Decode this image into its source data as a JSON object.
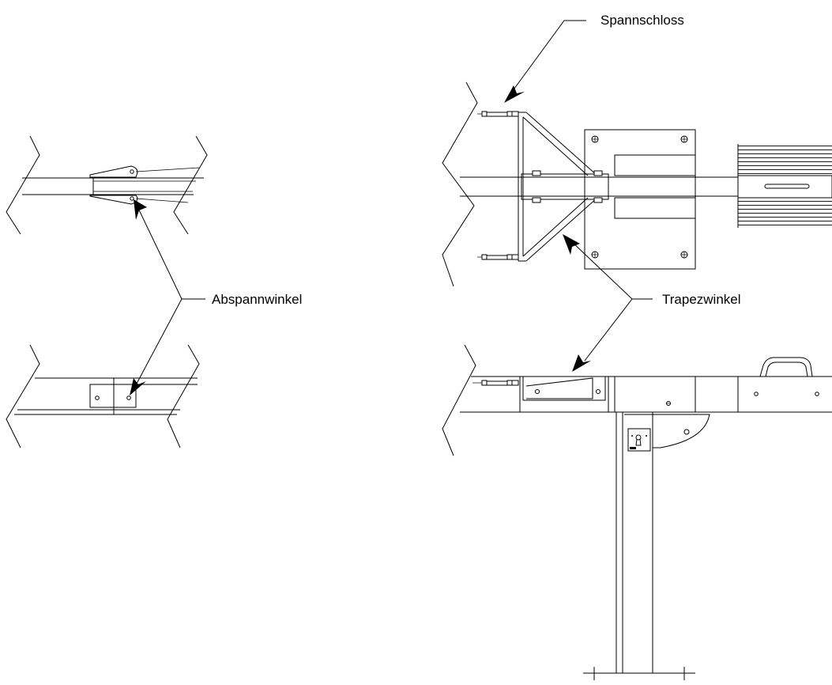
{
  "labels": {
    "spannschloss": "Spannschloss",
    "abspannwinkel": "Abspannwinkel",
    "trapezwinkel": "Trapezwinkel"
  },
  "colors": {
    "line": "#000000",
    "background": "#ffffff"
  }
}
